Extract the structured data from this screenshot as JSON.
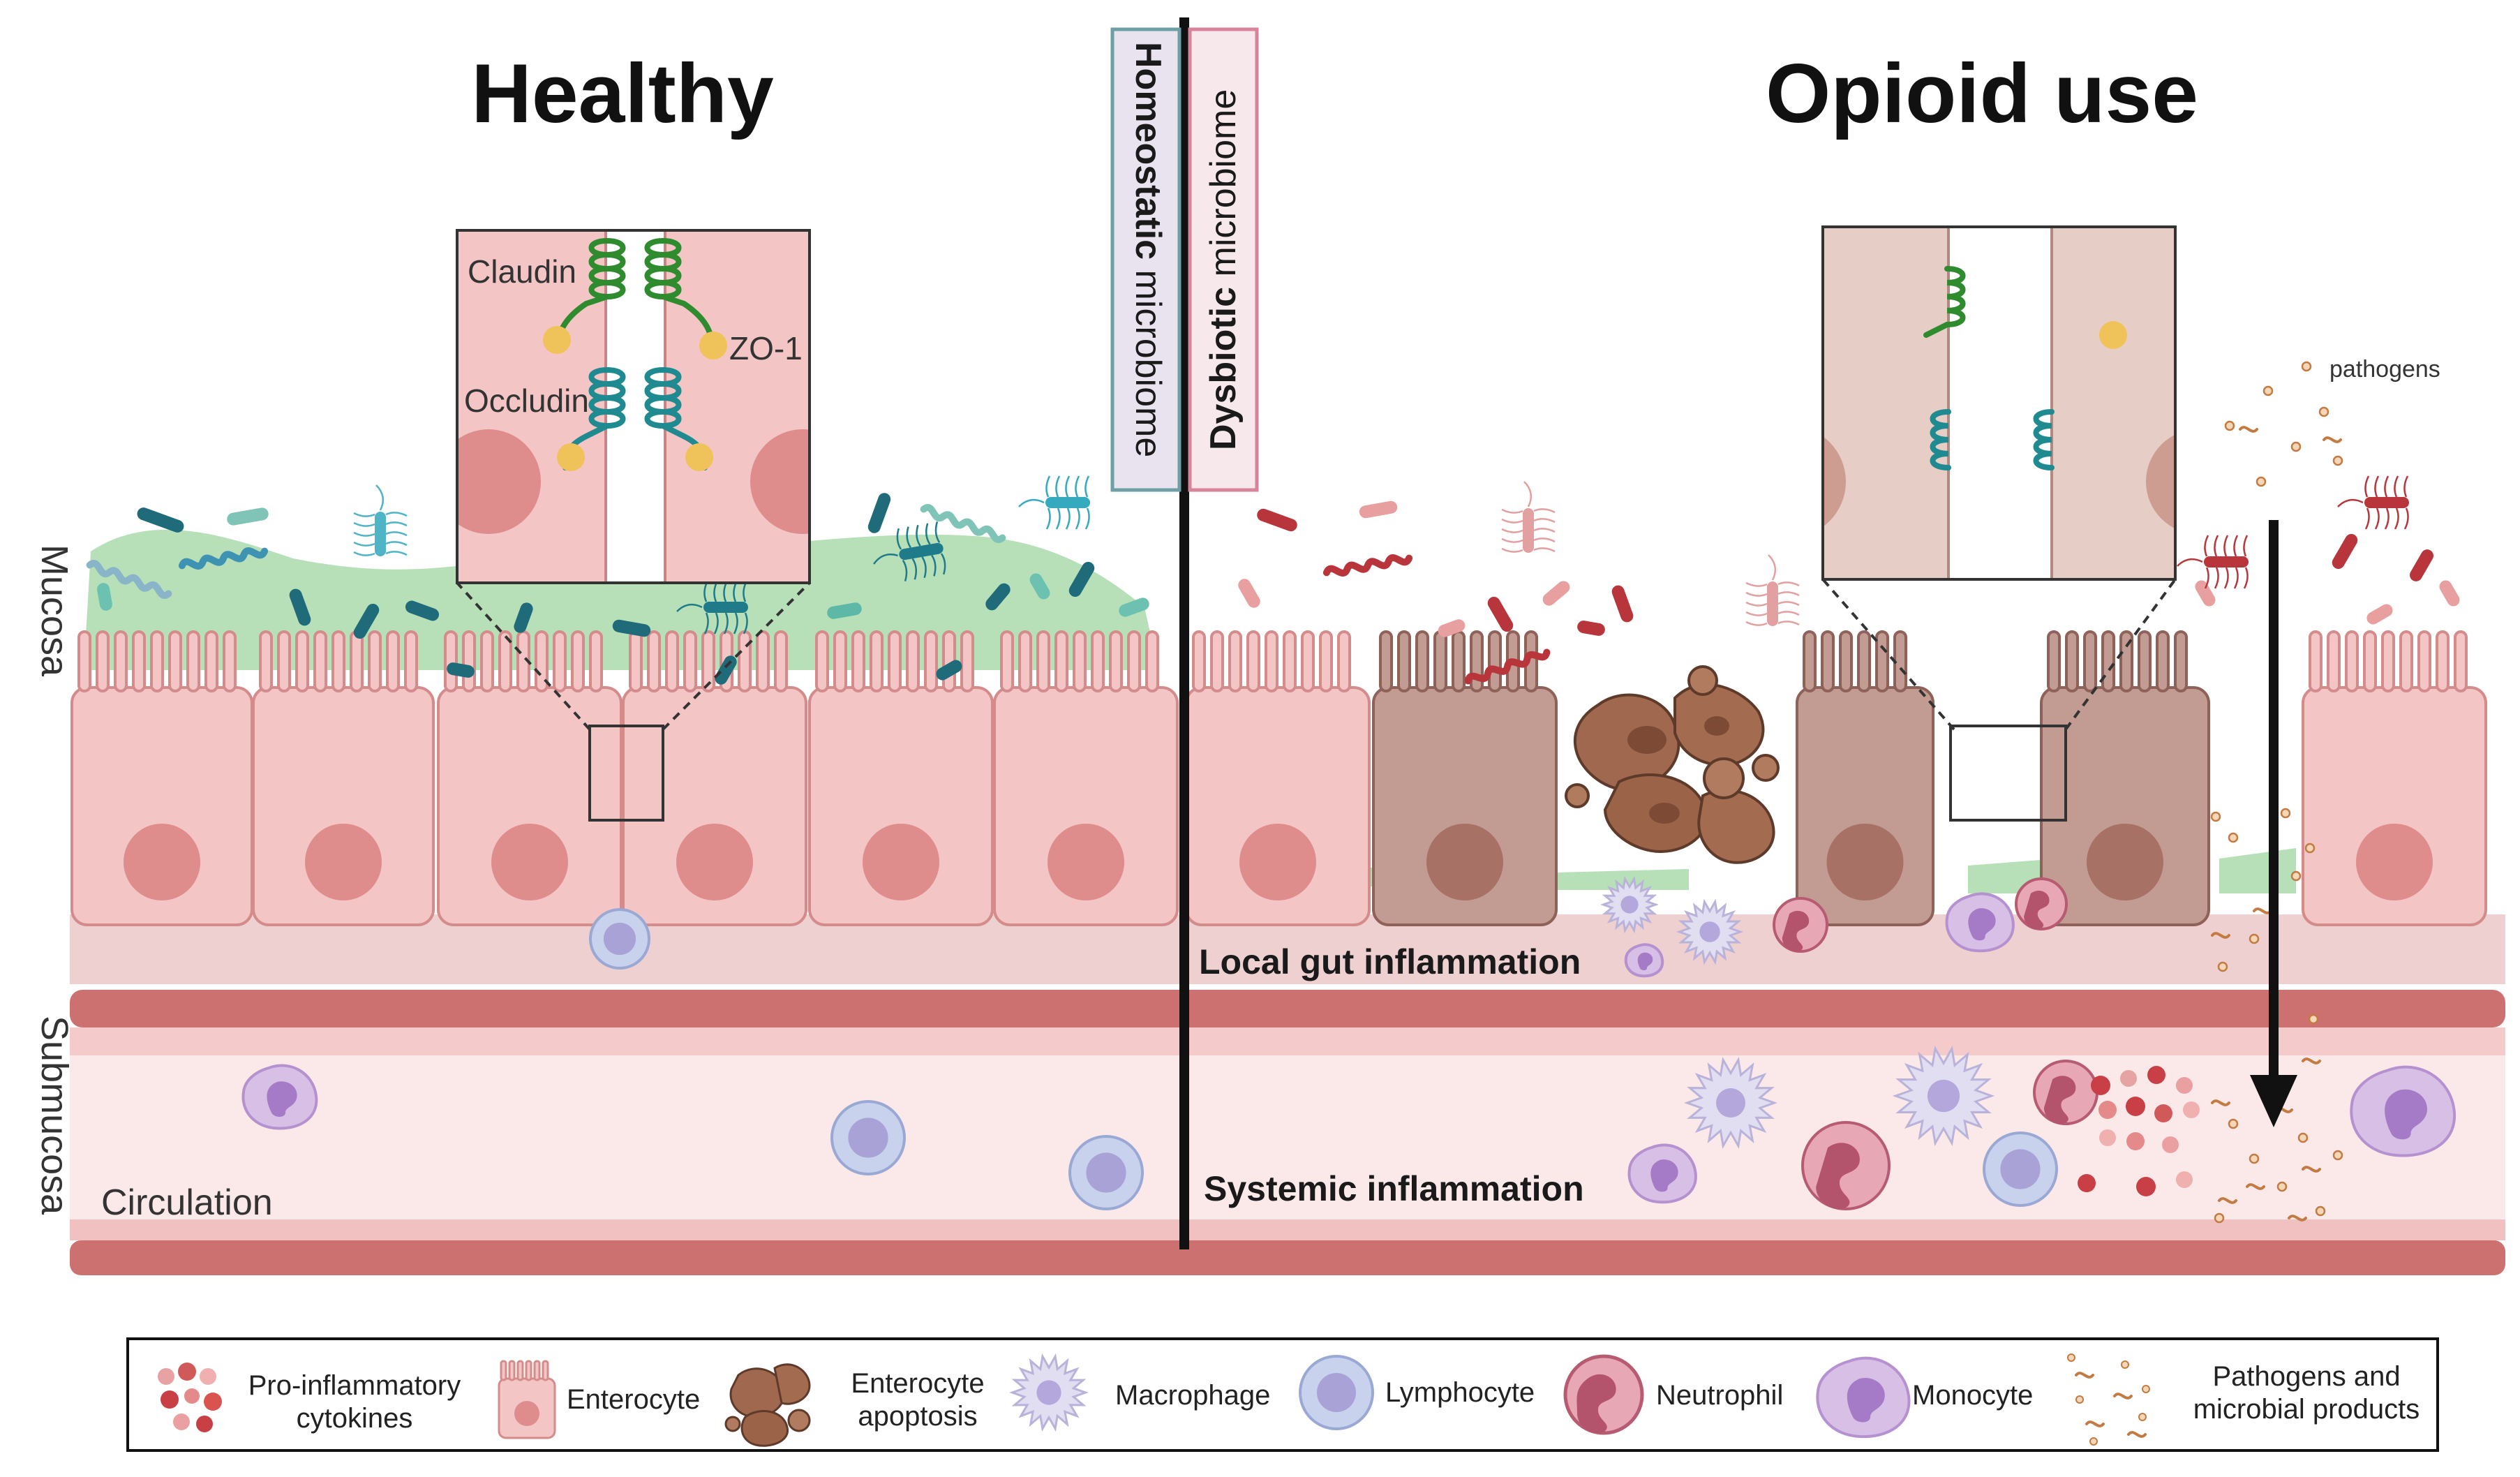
{
  "panels": {
    "healthy_title": "Healthy",
    "opioid_title": "Opioid use"
  },
  "microbiome": {
    "homeostatic_bold": "Homeostatic",
    "homeostatic_rest": " microbiome",
    "dysbiotic_bold": "Dysbiotic",
    "dysbiotic_rest": " microbiome"
  },
  "junction": {
    "claudin": "Claudin",
    "zo1": "ZO-1",
    "occludin": "Occludin"
  },
  "layers": {
    "mucosa": "Mucosa",
    "submucosa": "Submucosa",
    "circulation": "Circulation"
  },
  "annotations": {
    "pathogens": "pathogens",
    "local": "Local gut inflammation",
    "systemic": "Systemic inflammation"
  },
  "legend": {
    "cytokines_l1": "Pro-inflammatory",
    "cytokines_l2": "cytokines",
    "enterocyte": "Enterocyte",
    "apoptosis_l1": "Enterocyte",
    "apoptosis_l2": "apoptosis",
    "macrophage": "Macrophage",
    "lymphocyte": "Lymphocyte",
    "neutrophil": "Neutrophil",
    "monocyte": "Monocyte",
    "pathogens_l1": "Pathogens and",
    "pathogens_l2": "microbial products"
  },
  "colors": {
    "healthy_cell": "#f3c5c5",
    "nucleus": "#df8c8c",
    "apoptotic_cell": "#c29b93",
    "mucus": "#b7e0b9",
    "claudin": "#2e8b2e",
    "occludin": "#1f8a8f",
    "zo1": "#f0c35a",
    "commensal": "#1f6b7a",
    "pathogenic": "#b8363b",
    "vessel": "#cd7070"
  }
}
